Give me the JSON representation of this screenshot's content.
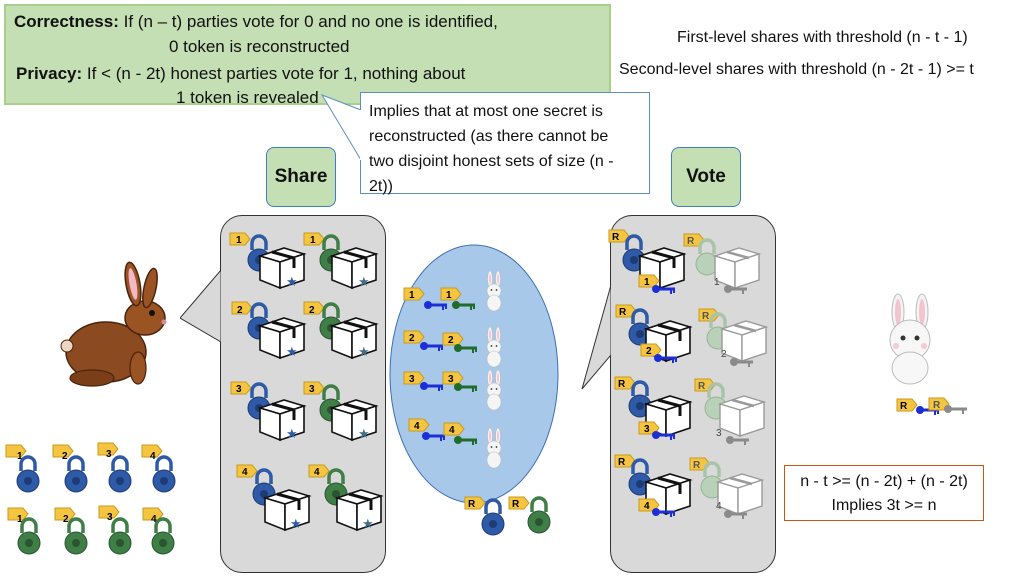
{
  "correctness": {
    "label": "Correctness:",
    "line1": "If (n – t) parties vote for 0 and no one is identified,",
    "line2": "0 token is reconstructed"
  },
  "privacy": {
    "label": "Privacy:",
    "line1": "If < (n - 2t) honest parties vote for 1, nothing about",
    "line2": "1 token is revealed"
  },
  "callout": {
    "line1": "Implies that at most one secret is",
    "line2": "reconstructed (as there cannot be",
    "line3": "two disjoint honest sets of size (n -",
    "line4": "2t))"
  },
  "first_level": "First-level shares with threshold (n - t - 1)",
  "second_level": "Second-level shares with threshold (n - 2t - 1) >= t",
  "share_label": "Share",
  "vote_label": "Vote",
  "inequality": {
    "line1": "n - t >= (n - 2t) + (n - 2t)",
    "line2": "Implies 3t >= n"
  },
  "share_rows": [
    "1",
    "2",
    "3",
    "4"
  ],
  "vote_tag": "R",
  "colors": {
    "blue_lock": "#2e5aa8",
    "green_lock": "#3f7f47",
    "tag": "#f5c542",
    "panel": "#d9d9d9",
    "ellipse": "#a8c8ea"
  }
}
